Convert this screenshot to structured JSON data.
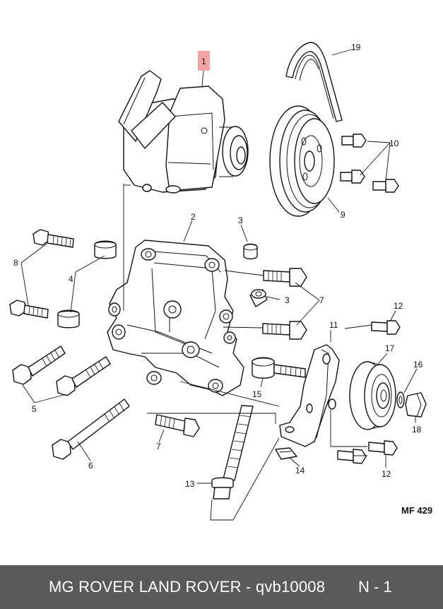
{
  "diagram": {
    "labels": {
      "l1": "1",
      "l2": "2",
      "l3a": "3",
      "l3b": "3",
      "l4": "4",
      "l5": "5",
      "l6": "6",
      "l7a": "7",
      "l7b": "7",
      "l8": "8",
      "l9": "9",
      "l10": "10",
      "l11": "11",
      "l12a": "12",
      "l12b": "12",
      "l13": "13",
      "l14": "14",
      "l15": "15",
      "l16": "16",
      "l17": "17",
      "l18": "18",
      "l19": "19"
    },
    "ref_code": "MF 429",
    "highlight_color": "#f4a3a3"
  },
  "footer": {
    "left_text": "MG ROVER LAND ROVER - qvb10008",
    "right_text": "N - 1",
    "background": "#5a5a5a"
  }
}
